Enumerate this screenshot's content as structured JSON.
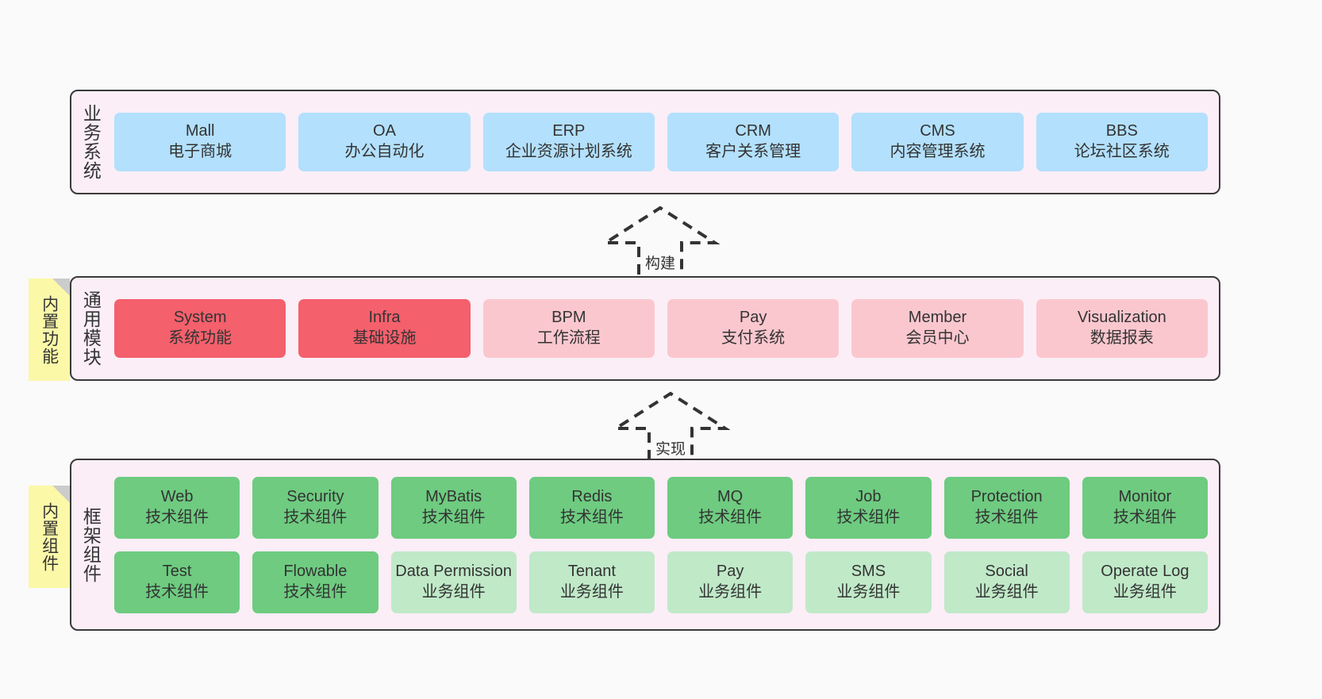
{
  "diagram": {
    "background": "#fafafa",
    "panel_color": "#fbeef7",
    "note_color": "#fbf8a8"
  },
  "layers": [
    {
      "id": "business",
      "title": "业务系统",
      "rows": [
        {
          "nodes": [
            {
              "name": "Mall",
              "desc": "电子商城",
              "color": "#b3e0fc",
              "style": "n-blue"
            },
            {
              "name": "OA",
              "desc": "办公自动化",
              "color": "#b3e0fc",
              "style": "n-blue"
            },
            {
              "name": "ERP",
              "desc": "企业资源计划系统",
              "color": "#b3e0fc",
              "style": "n-blue"
            },
            {
              "name": "CRM",
              "desc": "客户关系管理",
              "color": "#b3e0fc",
              "style": "n-blue"
            },
            {
              "name": "CMS",
              "desc": "内容管理系统",
              "color": "#b3e0fc",
              "style": "n-blue"
            },
            {
              "name": "BBS",
              "desc": "论坛社区系统",
              "color": "#b3e0fc",
              "style": "n-blue"
            }
          ]
        }
      ]
    },
    {
      "id": "modules",
      "title": "通用模块",
      "note": "内置功能",
      "rows": [
        {
          "nodes": [
            {
              "name": "System",
              "desc": "系统功能",
              "color": "#f4606c",
              "style": "n-red"
            },
            {
              "name": "Infra",
              "desc": "基础设施",
              "color": "#f4606c",
              "style": "n-red"
            },
            {
              "name": "BPM",
              "desc": "工作流程",
              "color": "#fbc7ce",
              "style": "n-pink"
            },
            {
              "name": "Pay",
              "desc": "支付系统",
              "color": "#fbc7ce",
              "style": "n-pink"
            },
            {
              "name": "Member",
              "desc": "会员中心",
              "color": "#fbc7ce",
              "style": "n-pink"
            },
            {
              "name": "Visualization",
              "desc": "数据报表",
              "color": "#fbc7ce",
              "style": "n-pink"
            }
          ]
        }
      ]
    },
    {
      "id": "framework",
      "title": "框架组件",
      "note": "内置组件",
      "rows": [
        {
          "nodes": [
            {
              "name": "Web",
              "desc": "技术组件",
              "color": "#6ecb80",
              "style": "n-green"
            },
            {
              "name": "Security",
              "desc": "技术组件",
              "color": "#6ecb80",
              "style": "n-green"
            },
            {
              "name": "MyBatis",
              "desc": "技术组件",
              "color": "#6ecb80",
              "style": "n-green"
            },
            {
              "name": "Redis",
              "desc": "技术组件",
              "color": "#6ecb80",
              "style": "n-green"
            },
            {
              "name": "MQ",
              "desc": "技术组件",
              "color": "#6ecb80",
              "style": "n-green"
            },
            {
              "name": "Job",
              "desc": "技术组件",
              "color": "#6ecb80",
              "style": "n-green"
            },
            {
              "name": "Protection",
              "desc": "技术组件",
              "color": "#6ecb80",
              "style": "n-green"
            },
            {
              "name": "Monitor",
              "desc": "技术组件",
              "color": "#6ecb80",
              "style": "n-green"
            }
          ]
        },
        {
          "nodes": [
            {
              "name": "Test",
              "desc": "技术组件",
              "color": "#6ecb80",
              "style": "n-green"
            },
            {
              "name": "Flowable",
              "desc": "技术组件",
              "color": "#6ecb80",
              "style": "n-green"
            },
            {
              "name": "Data Permission",
              "desc": "业务组件",
              "color": "#c0e9c8",
              "style": "n-lightgreen"
            },
            {
              "name": "Tenant",
              "desc": "业务组件",
              "color": "#c0e9c8",
              "style": "n-lightgreen"
            },
            {
              "name": "Pay",
              "desc": "业务组件",
              "color": "#c0e9c8",
              "style": "n-lightgreen"
            },
            {
              "name": "SMS",
              "desc": "业务组件",
              "color": "#c0e9c8",
              "style": "n-lightgreen"
            },
            {
              "name": "Social",
              "desc": "业务组件",
              "color": "#c0e9c8",
              "style": "n-lightgreen"
            },
            {
              "name": "Operate Log",
              "desc": "业务组件",
              "color": "#c0e9c8",
              "style": "n-lightgreen"
            }
          ]
        }
      ]
    }
  ],
  "arrows": [
    {
      "id": "build",
      "label": "构建",
      "direction": "up",
      "style": "dashed-hollow"
    },
    {
      "id": "impl",
      "label": "实现",
      "direction": "up",
      "style": "dashed-hollow"
    }
  ],
  "notes": [
    {
      "id": "features",
      "label": "内置功能"
    },
    {
      "id": "components",
      "label": "内置组件"
    }
  ]
}
